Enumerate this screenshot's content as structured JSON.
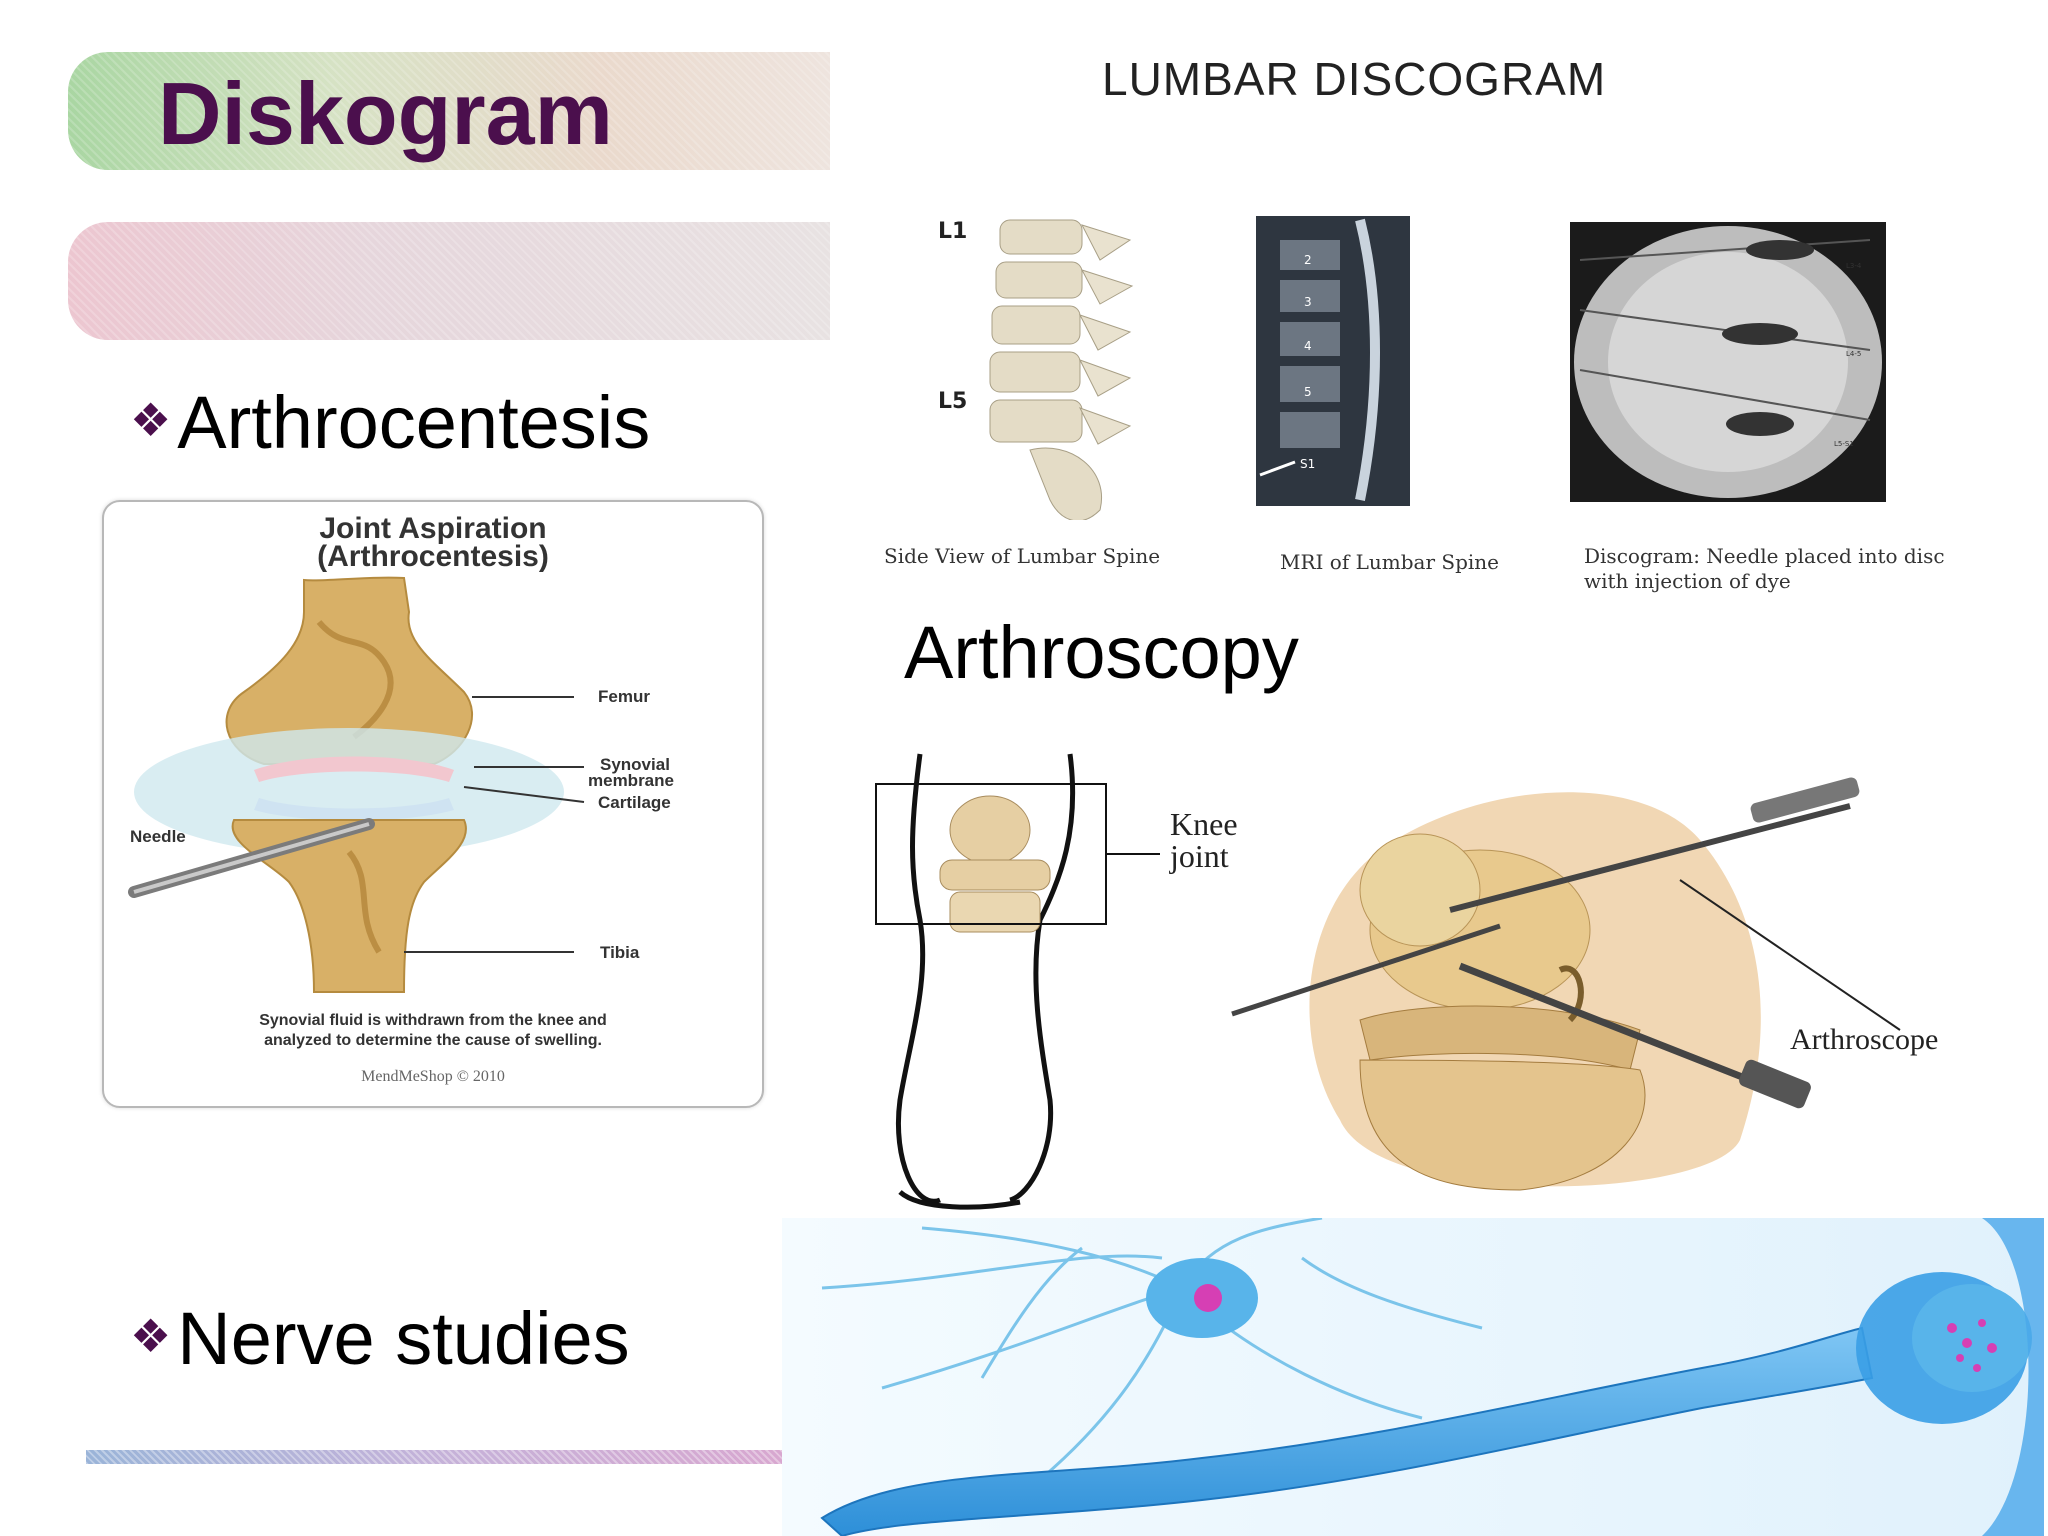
{
  "slide": {
    "title": "Diskogram",
    "bullets": [
      {
        "glyph": "❖",
        "text": "Arthrocentesis"
      },
      {
        "glyph": "❖",
        "text": "Nerve studies"
      }
    ],
    "arthroscopy_heading": "Arthroscopy"
  },
  "aspiration_figure": {
    "title_line1": "Joint Aspiration",
    "title_line2": "(Arthrocentesis)",
    "labels": {
      "femur": "Femur",
      "synovial": "Synovial",
      "membrane": "membrane",
      "cartilage": "Cartilage",
      "needle": "Needle",
      "tibia": "Tibia"
    },
    "caption_line1": "Synovial fluid is withdrawn from the knee and",
    "caption_line2": "analyzed to determine the cause of swelling.",
    "logo": "MendMeShop © 2010"
  },
  "discogram_figure": {
    "title": "LUMBAR DISCOGRAM",
    "spine_labels": {
      "top": "L1",
      "bottom": "L5"
    },
    "mri_labels": [
      "2",
      "3",
      "4",
      "5",
      "S1"
    ],
    "fluoro_labels": [
      "L3-4",
      "L4-5",
      "L5-S1"
    ],
    "captions": {
      "side": "Side View of Lumbar Spine",
      "mri": "MRI of Lumbar Spine",
      "disco_line1": "Discogram: Needle placed into disc",
      "disco_line2": "with injection of dye"
    }
  },
  "knee_figure": {
    "knee_joint_line1": "Knee",
    "knee_joint_line2": "joint",
    "arthroscope": "Arthroscope"
  },
  "colors": {
    "title": "#4b0f4d",
    "bullet_glyph": "#4b0f4d",
    "neuron": "#3aa3e8",
    "nucleus": "#d63fb4"
  }
}
